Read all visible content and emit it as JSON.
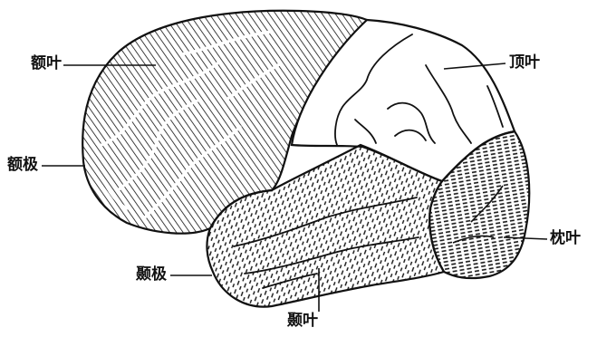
{
  "labels": {
    "frontal_lobe": "额叶",
    "frontal_pole": "额极",
    "parietal_lobe": "顶叶",
    "occipital_lobe": "枕叶",
    "temporal_pole": "颞极",
    "temporal_lobe": "颞叶"
  },
  "colors": {
    "ink": "#111111",
    "background": "#ffffff"
  },
  "regions": {
    "frontal_lobe": "diagonal-hatch",
    "parietal_lobe": "plain",
    "temporal_lobe": "dashed-dots",
    "occipital_lobe": "dense-dashes"
  }
}
